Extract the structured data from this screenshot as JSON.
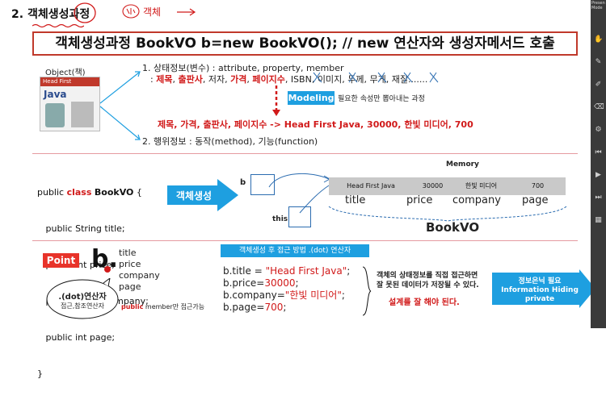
{
  "heading": {
    "number": "2.",
    "title": "객체생성과정",
    "annotation": "객체"
  },
  "banner": "객체생성과정    BookVO b=new BookVO(); // new 연산자와 생성자메서드 호출",
  "object_section": {
    "object_label": "Object(책)",
    "book_cover": {
      "brand": "Head First",
      "title": "Java"
    },
    "state_info": {
      "title": "1. 상태정보(변수) : attribute, property, member",
      "attributes": [
        "제목",
        "출판사",
        "저자",
        "가격",
        "페이지수",
        "ISBN",
        "이미지",
        "두께",
        "무게",
        "재질......."
      ]
    },
    "modeling": {
      "label": "Modeling",
      "description": "필요한 속성만 뽑아내는 과정"
    },
    "result": "제목, 가격, 출판사, 페이지수 -> Head First Java, 30000, 한빛 미디어, 700",
    "behavior_info": "2. 행위정보 : 동작(method), 기능(function)"
  },
  "class_code": [
    "public class BookVO {",
    "   public String title;",
    "   public int price;",
    "   public String company;",
    "   public int page;",
    "}"
  ],
  "class_keyword": "class",
  "class_name": "BookVO",
  "create_arrow_label": "객체생성",
  "memory": {
    "label": "Memory",
    "ref_b": "b",
    "ref_this": "this",
    "cells": [
      "Head First Java",
      "30000",
      "한빛 미디어",
      "700"
    ],
    "fields": [
      "title",
      "price",
      "company",
      "page"
    ],
    "object_name": "BookVO"
  },
  "point_section": {
    "point_label": "Point",
    "var_name": "b.",
    "members": [
      "title",
      "price",
      "company",
      "page"
    ],
    "dot_operator": ".(dot)연산자",
    "dot_sub": "접근,참조연산자",
    "public_note_keyword": "public",
    "public_note_rest": " member만 접근가능"
  },
  "access_section": {
    "title": "객체생성 후 접근 방법 .(dot) 연산자",
    "code_lines": [
      {
        "prefix": "b.title = ",
        "value": "\"Head First Java\"",
        "suffix": ";"
      },
      {
        "prefix": "b.price=",
        "value": "30000",
        "suffix": ";"
      },
      {
        "prefix": "b.company=",
        "value": "\"한빛 미디어\"",
        "suffix": ";"
      },
      {
        "prefix": "b.page=",
        "value": "700",
        "suffix": ";"
      }
    ],
    "note": "객체의 상태정보를 직접 접근하면\n잘 못된 데이터가 저장될 수 있다.",
    "warning": "설계를 잘 해야 된다.",
    "info_hiding": [
      "정보은닉 필요",
      "Information Hiding",
      "private"
    ]
  },
  "toolbar_label": "Presen Mode",
  "colors": {
    "accent_red": "#d11a1a",
    "accent_blue": "#1e9fe0",
    "toolbar": "#3a3a3a"
  }
}
